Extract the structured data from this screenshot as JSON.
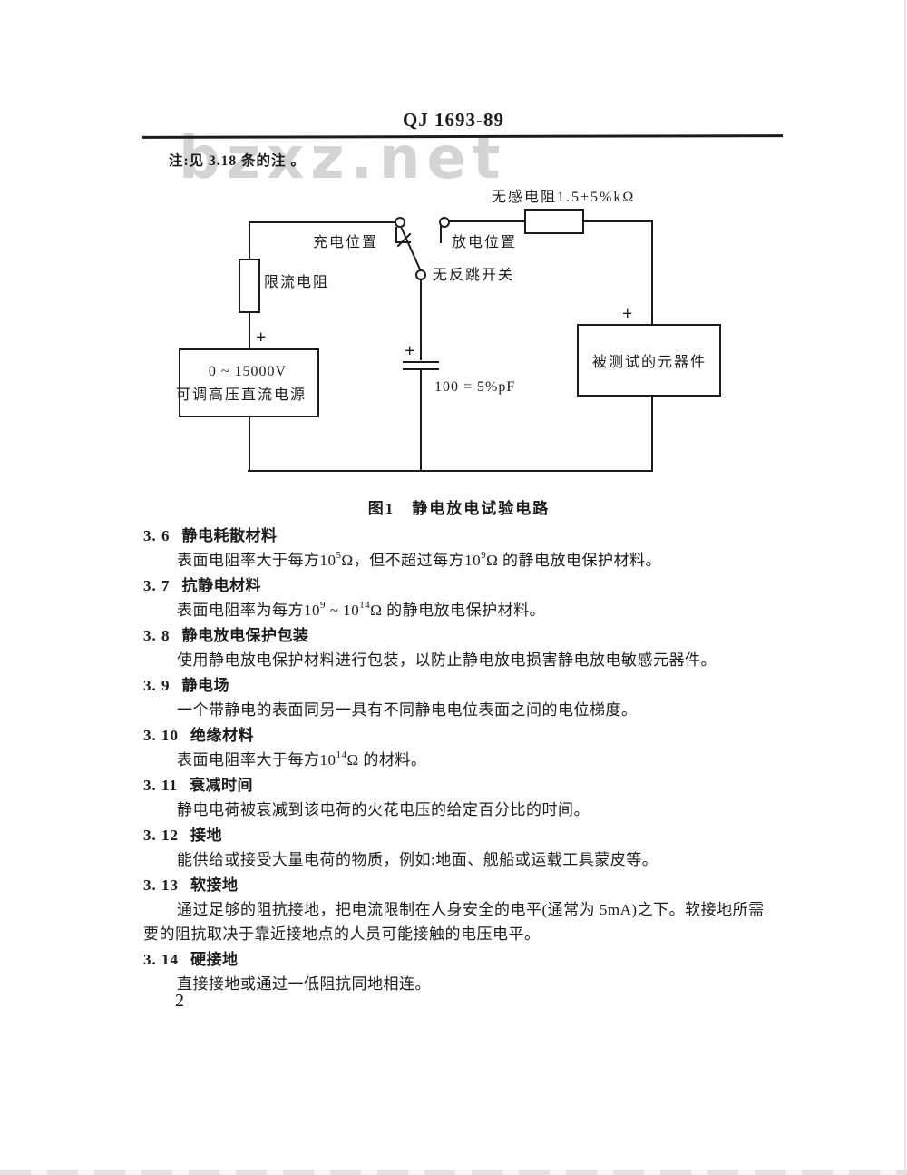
{
  "colors": {
    "ink": "#1c1c1c",
    "paper": "#ffffff",
    "watermark": "#d4d4d4",
    "edge": "#e6e6e6"
  },
  "page": {
    "header": "QJ 1693-89",
    "note": "注:见 3.18 条的注 。",
    "watermark": "bzxz.net",
    "page_number": "2"
  },
  "figure": {
    "caption": "图1　静电放电试验电路",
    "labels": {
      "noninductive_resistor": "无感电阻1.5+5%kΩ",
      "charge_position": "充电位置",
      "discharge_position": "放电位置",
      "no_bounce_switch": "无反跳开关",
      "current_limit_resistor": "限流电阻",
      "capacitor_value": "100 = 5%pF",
      "supply_line1": "0 ~ 15000V",
      "supply_line2": "可调高压直流电源",
      "dut": "被测试的元器件",
      "plus": "+"
    }
  },
  "sections": [
    {
      "num": "3. 6",
      "title": "静电耗散材料",
      "body": [
        {
          "t": "表面电阻率大于每方10"
        },
        {
          "sup": "5"
        },
        {
          "t": "Ω，但不超过每方10"
        },
        {
          "sup": "9"
        },
        {
          "t": "Ω 的静电放电保护材料。"
        }
      ]
    },
    {
      "num": "3. 7",
      "title": "抗静电材料",
      "body": [
        {
          "t": "表面电阻率为每方10"
        },
        {
          "sup": "9"
        },
        {
          "t": " ~ 10"
        },
        {
          "sup": "14"
        },
        {
          "t": "Ω 的静电放电保护材料。"
        }
      ]
    },
    {
      "num": "3. 8",
      "title": "静电放电保护包装",
      "body": [
        {
          "t": "使用静电放电保护材料进行包装，以防止静电放电损害静电放电敏感元器件。"
        }
      ]
    },
    {
      "num": "3. 9",
      "title": "静电场",
      "body": [
        {
          "t": "一个带静电的表面同另一具有不同静电电位表面之间的电位梯度。"
        }
      ]
    },
    {
      "num": "3. 10",
      "title": "绝缘材料",
      "body": [
        {
          "t": "表面电阻率大于每方10"
        },
        {
          "sup": "14"
        },
        {
          "t": "Ω 的材料。"
        }
      ]
    },
    {
      "num": "3. 11",
      "title": "衰减时间",
      "body": [
        {
          "t": "静电电荷被衰减到该电荷的火花电压的给定百分比的时间。"
        }
      ]
    },
    {
      "num": "3. 12",
      "title": "接地",
      "body": [
        {
          "t": "能供给或接受大量电荷的物质，例如:地面、舰船或运载工具蒙皮等。"
        }
      ]
    },
    {
      "num": "3. 13",
      "title": "软接地",
      "body": [
        {
          "t": "通过足够的阻抗接地，把电流限制在人身安全的电平(通常为 5mA)之下。软接地所需要的阻抗取决于靠近接地点的人员可能接触的电压电平。"
        }
      ]
    },
    {
      "num": "3. 14",
      "title": "硬接地",
      "body": [
        {
          "t": "直接接地或通过一低阻抗同地相连。"
        }
      ]
    }
  ]
}
